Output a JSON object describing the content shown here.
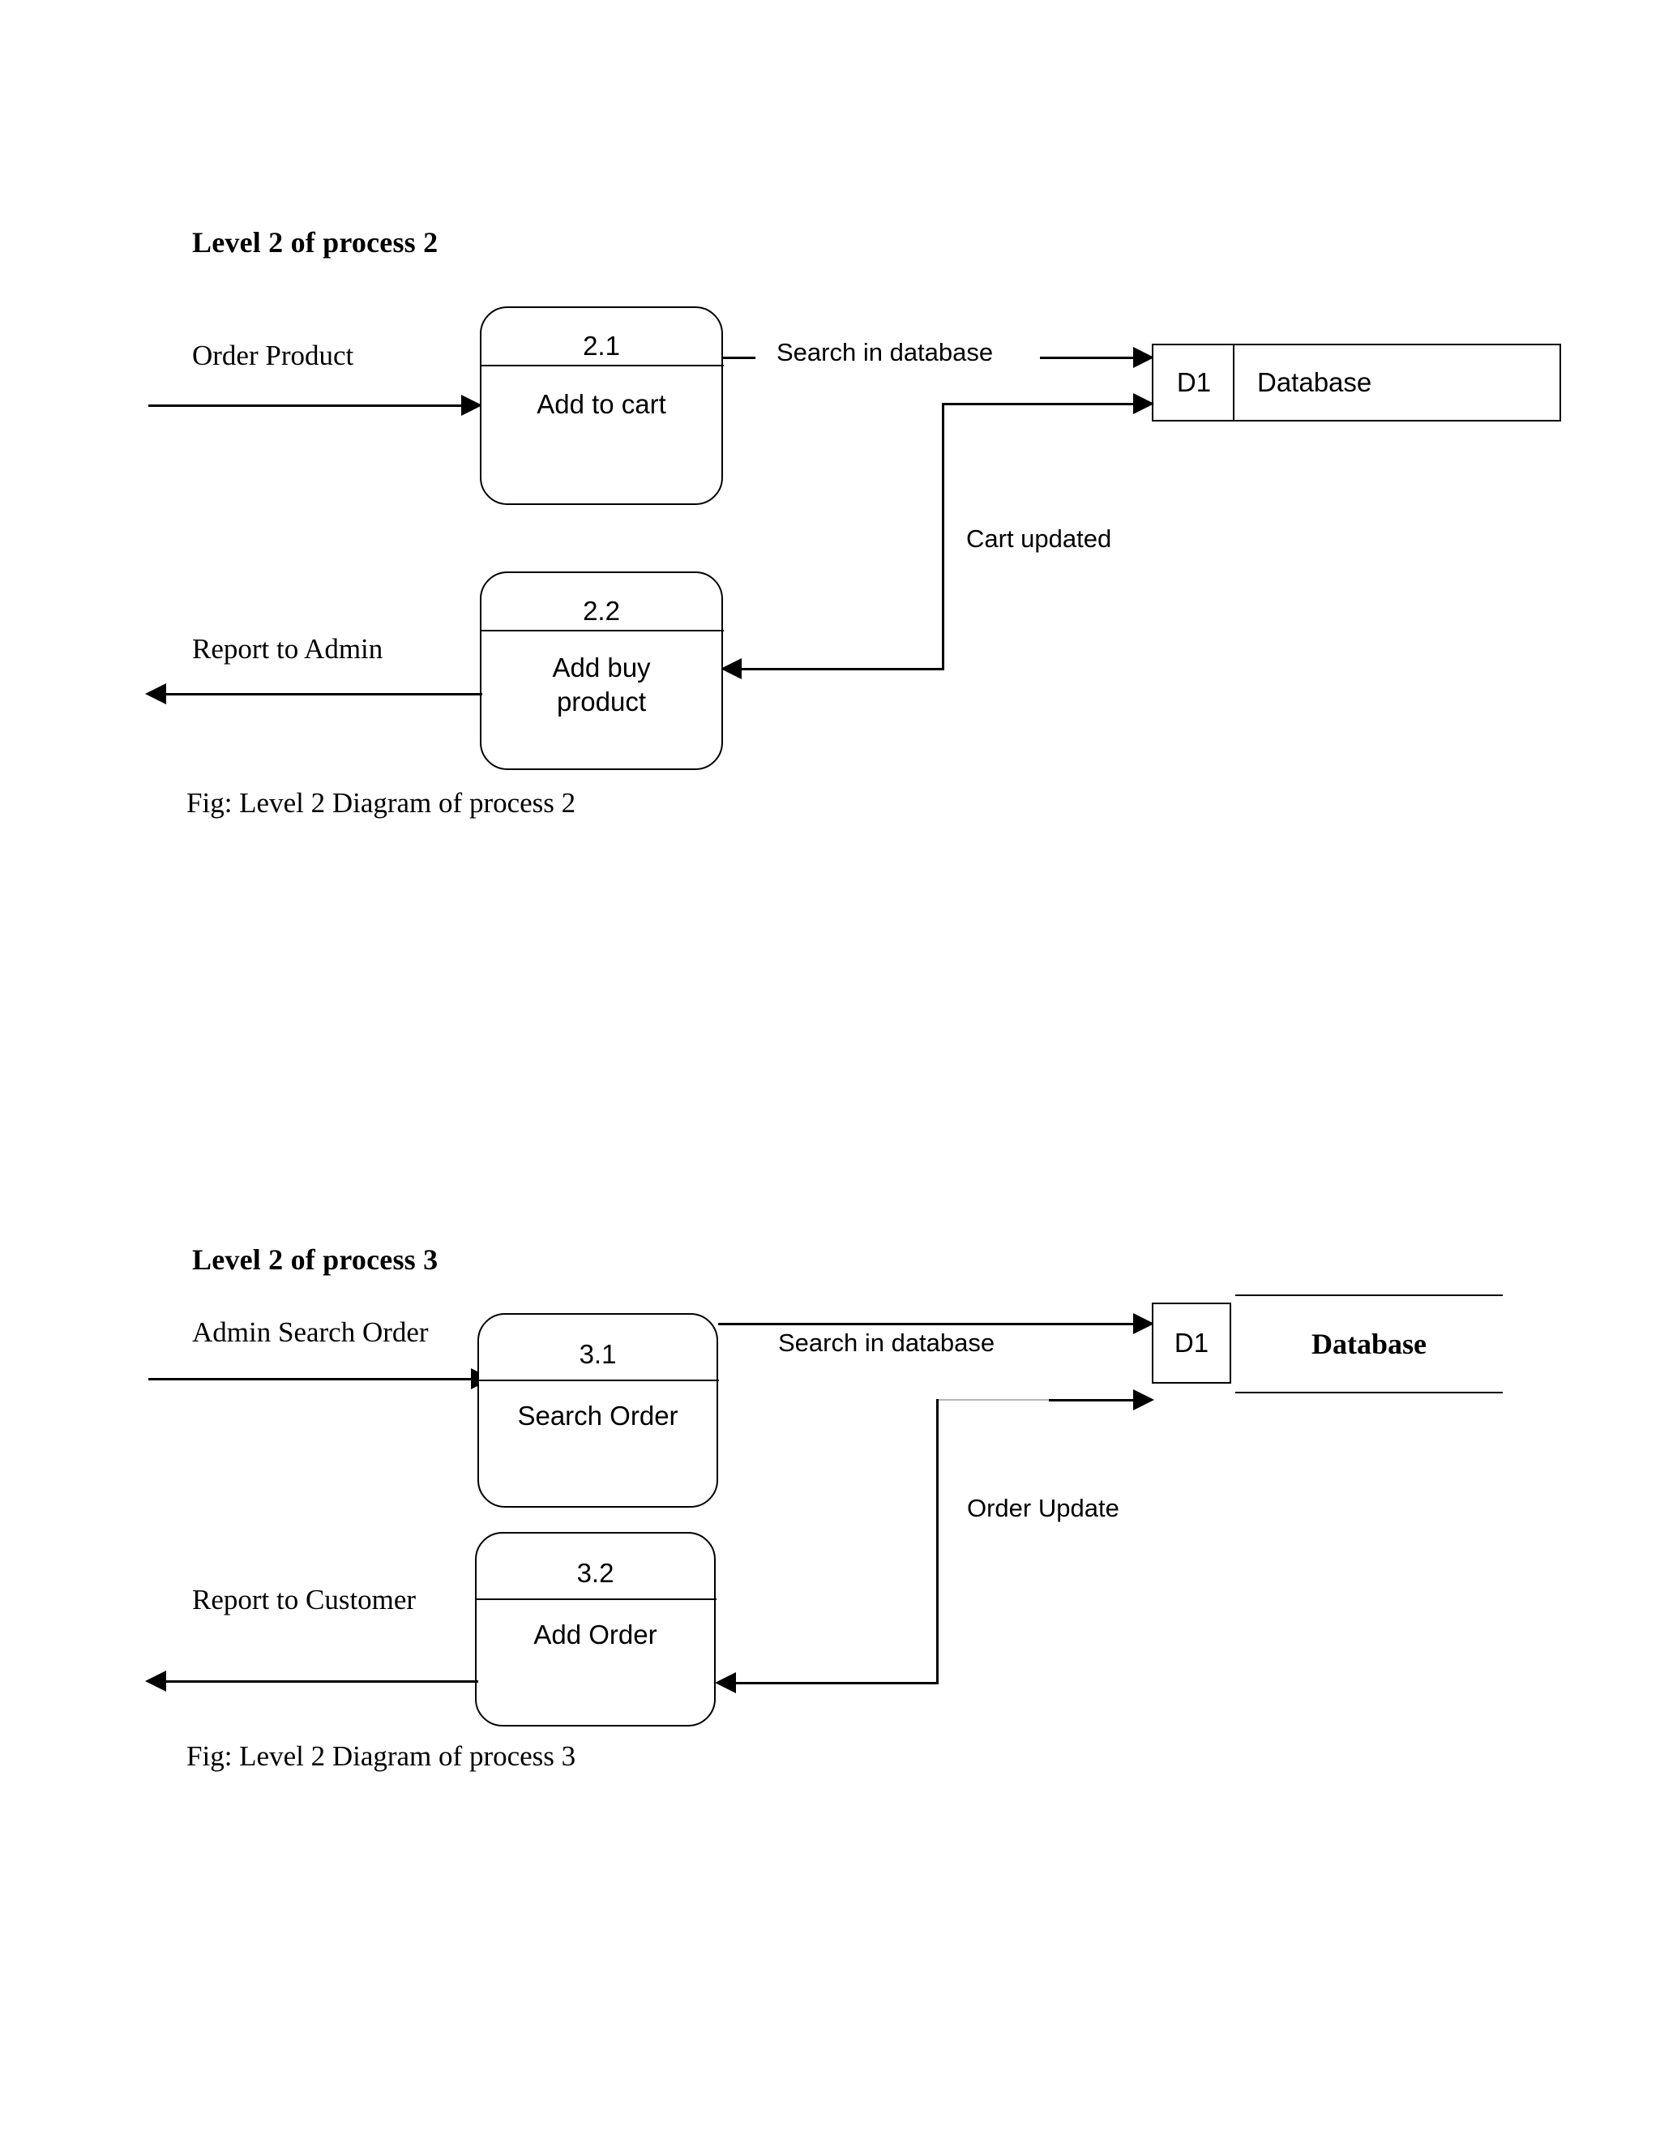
{
  "document": {
    "type": "data-flow-diagram-page",
    "diagrams": [
      {
        "heading": "Level 2 of process 2",
        "caption": "Fig: Level 2 Diagram of process 2",
        "processes": [
          {
            "number": "2.1",
            "label": "Add to cart"
          },
          {
            "number": "2.2",
            "label_line1": "Add buy",
            "label_line2": "product"
          }
        ],
        "data_store": {
          "id": "D1",
          "name": "Database"
        },
        "external_inputs": [
          {
            "label": "Order Product",
            "direction": "right"
          }
        ],
        "external_outputs": [
          {
            "label": "Report to Admin",
            "direction": "left"
          }
        ],
        "flows": [
          {
            "label": "Search in database",
            "from": "2.1",
            "to": "D1"
          },
          {
            "label": "Cart updated",
            "from": "D1",
            "to": "2.2"
          }
        ]
      },
      {
        "heading": "Level 2 of process 3",
        "caption": "Fig: Level 2 Diagram of process 3",
        "processes": [
          {
            "number": "3.1",
            "label": "Search Order"
          },
          {
            "number": "3.2",
            "label": "Add Order"
          }
        ],
        "data_store": {
          "id": "D1",
          "name": "Database"
        },
        "external_inputs": [
          {
            "label": "Admin Search Order",
            "direction": "right"
          }
        ],
        "external_outputs": [
          {
            "label": "Report to Customer",
            "direction": "left"
          }
        ],
        "flows": [
          {
            "label": "Search in database",
            "from": "3.1",
            "to": "D1"
          },
          {
            "label": "Order Update",
            "from": "D1",
            "to": "3.2"
          }
        ]
      }
    ]
  },
  "colors": {
    "ink": "#000000",
    "paper": "#ffffff",
    "faint_line": "#b5b5b5"
  }
}
